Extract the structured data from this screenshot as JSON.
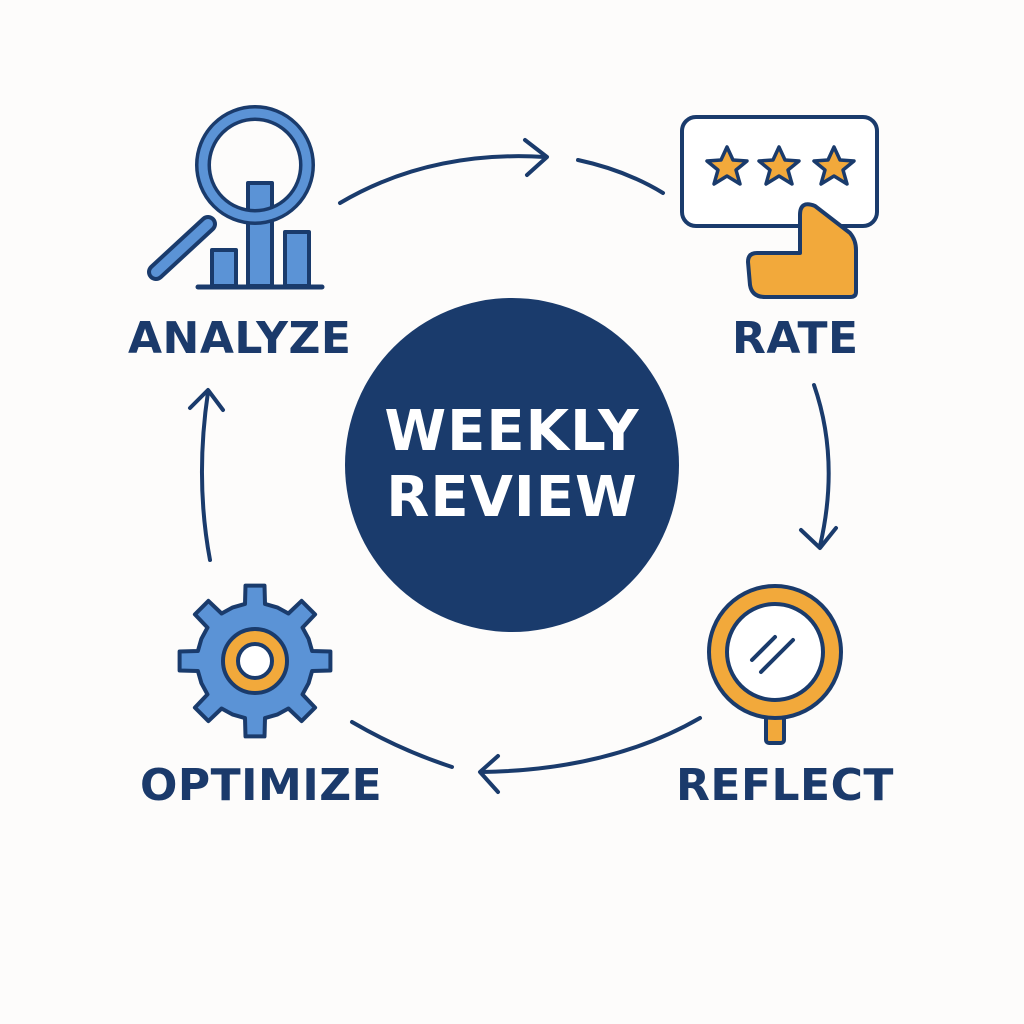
{
  "center": {
    "line1": "WEEKLY",
    "line2": "REVIEW"
  },
  "steps": [
    {
      "label": "ANALYZE",
      "icon": "magnifier-bar-chart-icon"
    },
    {
      "label": "RATE",
      "icon": "star-rating-hand-icon"
    },
    {
      "label": "REFLECT",
      "icon": "mirror-icon"
    },
    {
      "label": "OPTIMIZE",
      "icon": "gear-icon"
    }
  ],
  "colors": {
    "navy": "#1a3b6c",
    "blue": "#5b93d6",
    "orange": "#f2a93b",
    "background": "#fdfcfb"
  }
}
